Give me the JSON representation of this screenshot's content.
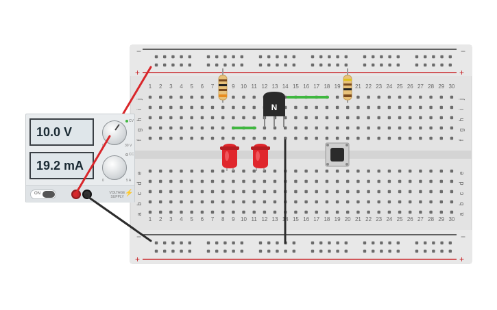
{
  "breadboard": {
    "columns": [
      "1",
      "2",
      "3",
      "4",
      "5",
      "6",
      "7",
      "8",
      "9",
      "10",
      "11",
      "12",
      "13",
      "14",
      "15",
      "16",
      "17",
      "18",
      "19",
      "20",
      "21",
      "22",
      "23",
      "24",
      "25",
      "26",
      "27",
      "28",
      "29",
      "30"
    ],
    "row_letters_top": [
      "j",
      "i",
      "h",
      "g",
      "f"
    ],
    "row_letters_bottom": [
      "e",
      "d",
      "c",
      "b",
      "a"
    ],
    "rail_minus": "−",
    "rail_plus": "+"
  },
  "power_supply": {
    "voltage_display": "10.0 V",
    "current_display": "19.2 mA",
    "switch_label": "ON",
    "cv_label": "CV",
    "cc_label": "CC",
    "min_label_v": "0",
    "max_label_v": "30 V",
    "min_label_a": "0",
    "max_label_a": "5 A",
    "brand_label": "VOLTAGE SUPPLY"
  },
  "components": {
    "transistor_label": "N"
  },
  "colors": {
    "wire_red": "#d9262a",
    "wire_black": "#2d2d2d",
    "wire_green": "#3fb73f",
    "led_red": "#e0262c",
    "rail_red": "#c9272a",
    "rail_black": "#333333"
  }
}
